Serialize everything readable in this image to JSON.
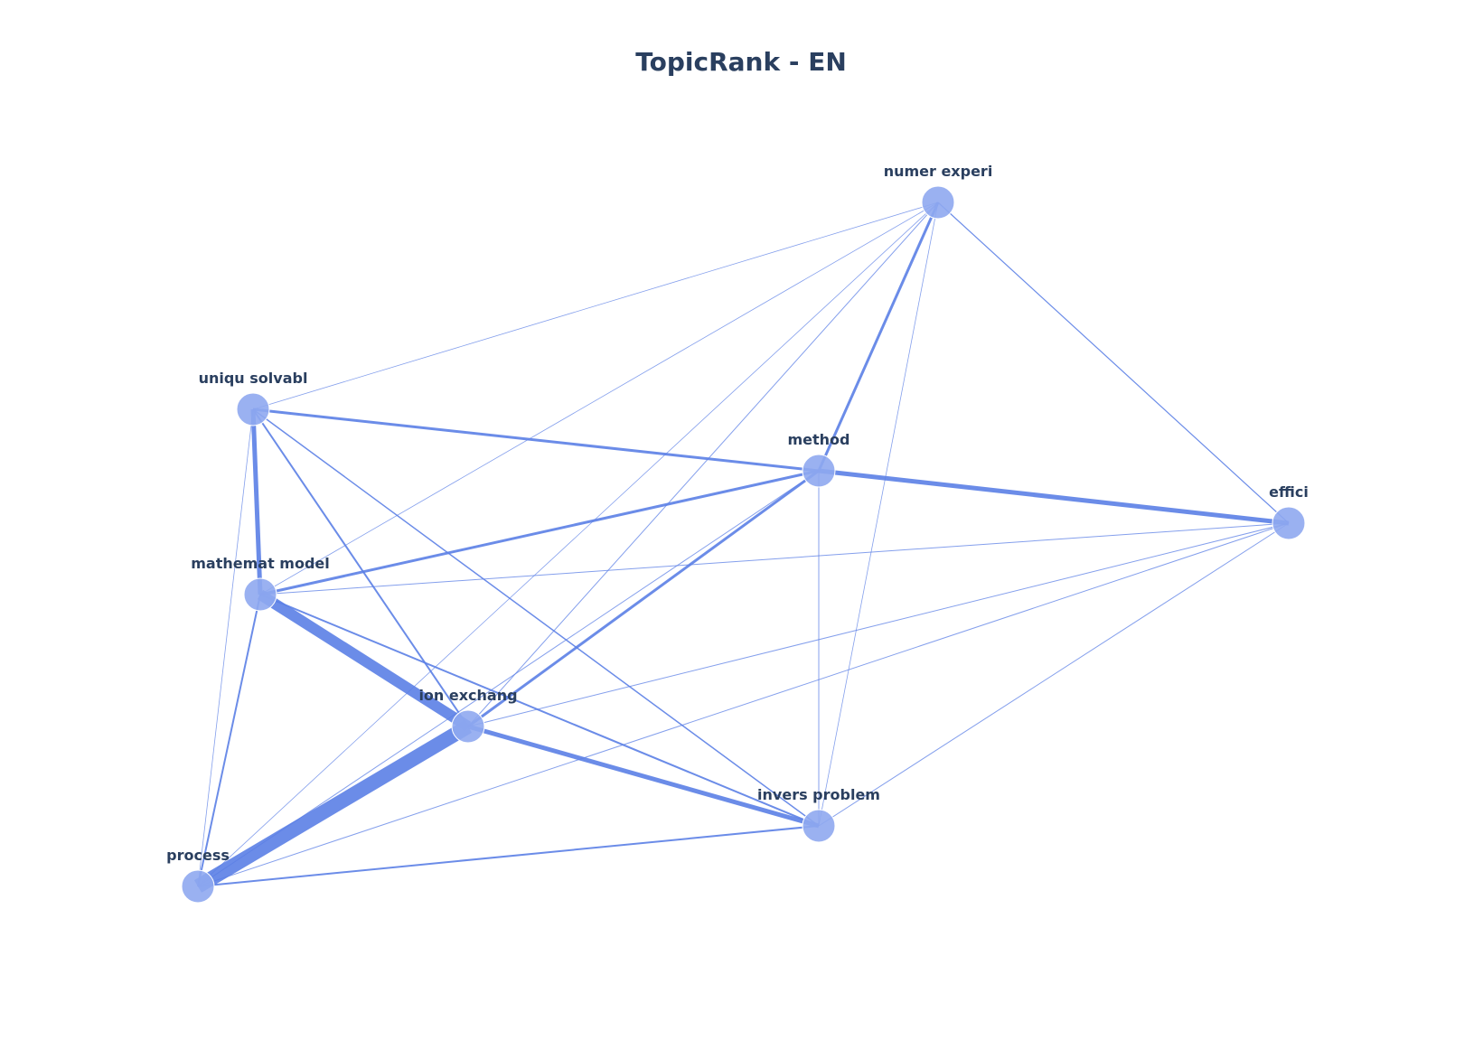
{
  "title": "TopicRank - EN",
  "colors": {
    "edge": "#5b7fe6",
    "node": "#8fa8f0",
    "node_stroke": "#ffffff",
    "text": "#2a3f5f"
  },
  "nodes": [
    {
      "id": "numer_experi",
      "label": "numer experi"
    },
    {
      "id": "uniqu_solvabl",
      "label": "uniqu solvabl"
    },
    {
      "id": "method",
      "label": "method"
    },
    {
      "id": "effici",
      "label": "effici"
    },
    {
      "id": "mathemat_model",
      "label": "mathemat model"
    },
    {
      "id": "ion_exchang",
      "label": "ion exchang"
    },
    {
      "id": "invers_problem",
      "label": "invers problem"
    },
    {
      "id": "process",
      "label": "process"
    }
  ],
  "edges": [
    {
      "source": "ion_exchang",
      "target": "process",
      "weight": 16
    },
    {
      "source": "mathemat_model",
      "target": "ion_exchang",
      "weight": 12
    },
    {
      "source": "method",
      "target": "effici",
      "weight": 5
    },
    {
      "source": "ion_exchang",
      "target": "invers_problem",
      "weight": 5
    },
    {
      "source": "uniqu_solvabl",
      "target": "mathemat_model",
      "weight": 5
    },
    {
      "source": "numer_experi",
      "target": "method",
      "weight": 3
    },
    {
      "source": "uniqu_solvabl",
      "target": "method",
      "weight": 3
    },
    {
      "source": "mathemat_model",
      "target": "method",
      "weight": 3
    },
    {
      "source": "method",
      "target": "ion_exchang",
      "weight": 3
    },
    {
      "source": "ion_exchang",
      "target": "uniqu_solvabl",
      "weight": 2
    },
    {
      "source": "mathemat_model",
      "target": "invers_problem",
      "weight": 2
    },
    {
      "source": "invers_problem",
      "target": "process",
      "weight": 2
    },
    {
      "source": "mathemat_model",
      "target": "process",
      "weight": 2
    },
    {
      "source": "uniqu_solvabl",
      "target": "invers_problem",
      "weight": 1.5
    },
    {
      "source": "numer_experi",
      "target": "effici",
      "weight": 1.2
    },
    {
      "source": "numer_experi",
      "target": "ion_exchang",
      "weight": 1
    },
    {
      "source": "mathemat_model",
      "target": "effici",
      "weight": 1
    },
    {
      "source": "method",
      "target": "invers_problem",
      "weight": 1
    },
    {
      "source": "method",
      "target": "process",
      "weight": 1
    },
    {
      "source": "effici",
      "target": "ion_exchang",
      "weight": 1
    },
    {
      "source": "effici",
      "target": "invers_problem",
      "weight": 1
    },
    {
      "source": "effici",
      "target": "process",
      "weight": 1
    },
    {
      "source": "numer_experi",
      "target": "uniqu_solvabl",
      "weight": 0.8
    },
    {
      "source": "numer_experi",
      "target": "mathemat_model",
      "weight": 0.8
    },
    {
      "source": "numer_experi",
      "target": "invers_problem",
      "weight": 0.8
    },
    {
      "source": "numer_experi",
      "target": "process",
      "weight": 0.8
    },
    {
      "source": "uniqu_solvabl",
      "target": "process",
      "weight": 0.8
    }
  ]
}
